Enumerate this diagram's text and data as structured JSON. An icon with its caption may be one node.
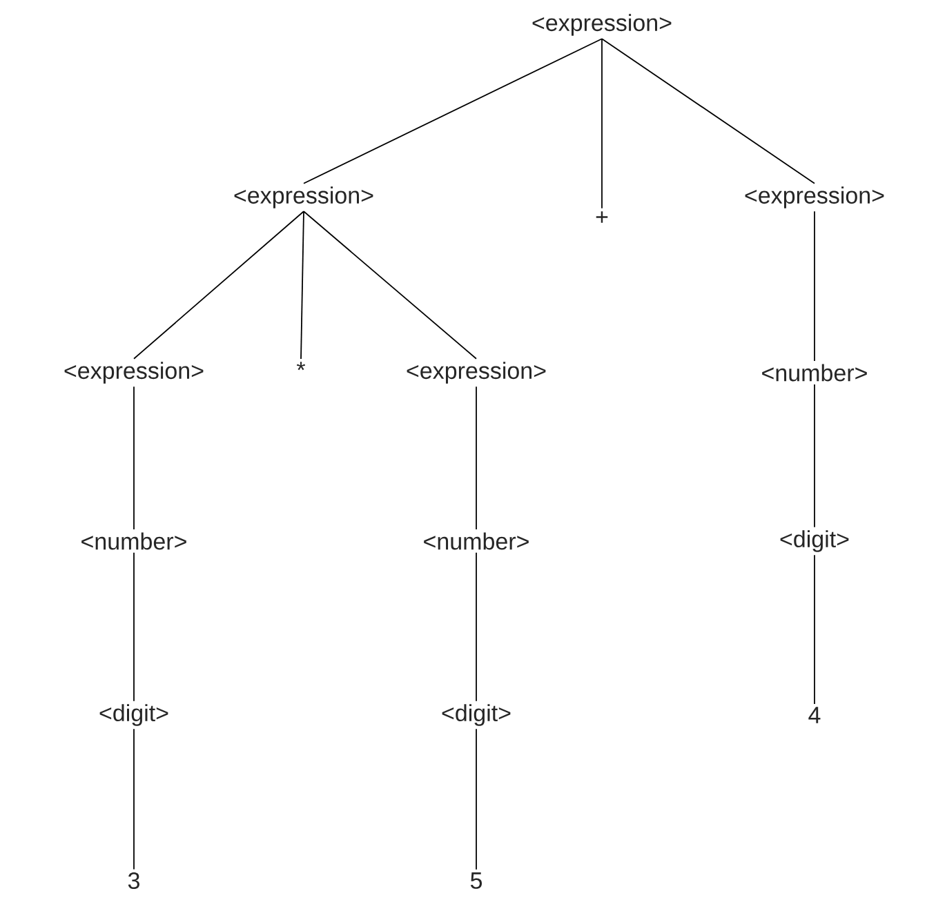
{
  "diagram": {
    "nodes": [
      {
        "text": [
          "<expression>"
        ]
      },
      {
        "text": [
          "<expression>"
        ]
      },
      {
        "text": [
          "+"
        ]
      },
      {
        "text": [
          "<expression>"
        ]
      },
      {
        "text": [
          "<expression>"
        ]
      },
      {
        "text": [
          "*"
        ]
      },
      {
        "text": [
          "<expression>"
        ]
      },
      {
        "text": [
          "<number>"
        ]
      },
      {
        "text": [
          "<number>"
        ]
      },
      {
        "text": [
          "<number>"
        ]
      },
      {
        "text": [
          "<digit>"
        ]
      },
      {
        "text": [
          "<digit>"
        ]
      },
      {
        "text": [
          "<digit>"
        ]
      },
      {
        "text": [
          "4"
        ]
      },
      {
        "text": [
          "3"
        ]
      },
      {
        "text": [
          "5"
        ]
      }
    ],
    "edges": [
      {
        "from": 0,
        "to": 1,
        "arrow": "none"
      },
      {
        "from": 0,
        "to": 2,
        "arrow": "none"
      },
      {
        "from": 0,
        "to": 3,
        "arrow": "none"
      },
      {
        "from": 1,
        "to": 4,
        "arrow": "none"
      },
      {
        "from": 1,
        "to": 5,
        "arrow": "none"
      },
      {
        "from": 1,
        "to": 6,
        "arrow": "none"
      },
      {
        "from": 3,
        "to": 7,
        "arrow": "none"
      },
      {
        "from": 4,
        "to": 8,
        "arrow": "none"
      },
      {
        "from": 6,
        "to": 9,
        "arrow": "none"
      },
      {
        "from": 7,
        "to": 10,
        "arrow": "none"
      },
      {
        "from": 8,
        "to": 11,
        "arrow": "none"
      },
      {
        "from": 9,
        "to": 12,
        "arrow": "none"
      },
      {
        "from": 10,
        "to": 13,
        "arrow": "none"
      },
      {
        "from": 11,
        "to": 14,
        "arrow": "none"
      },
      {
        "from": 12,
        "to": 15,
        "arrow": "none"
      }
    ]
  }
}
